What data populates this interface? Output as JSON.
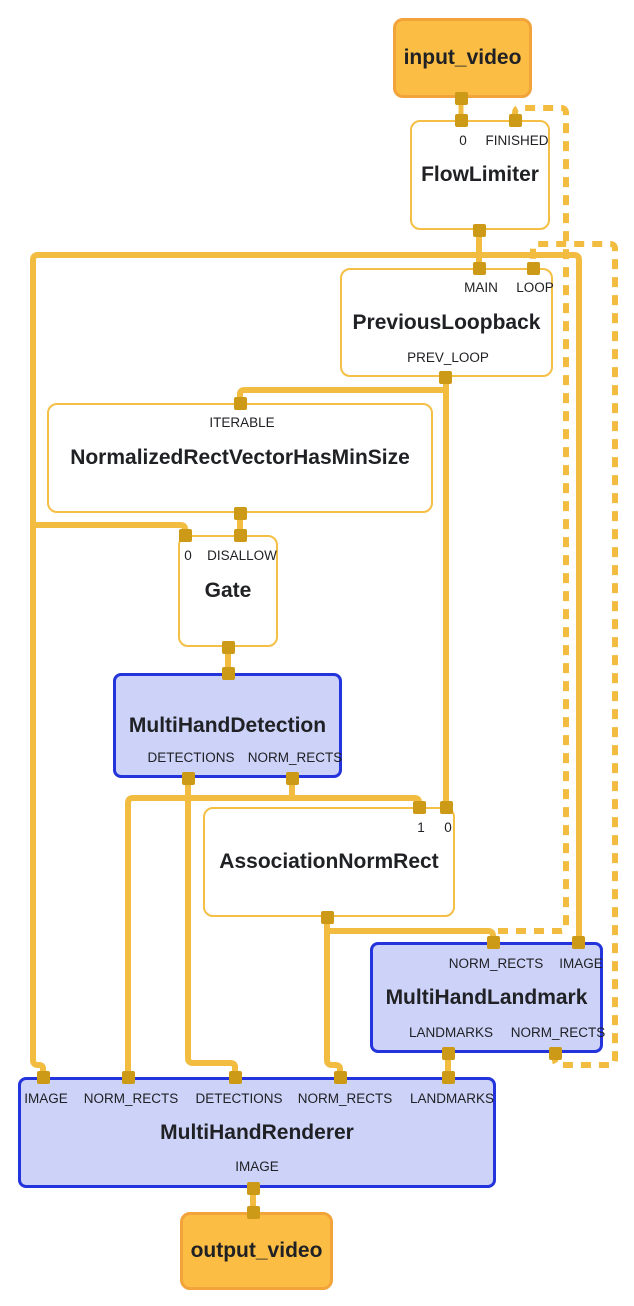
{
  "diagram": {
    "colors": {
      "background": "#FFFFFF",
      "edge": "#F2BC40",
      "port": "#CC9A16",
      "terminal_fill": "#FBBD44",
      "terminal_border": "#F2A43A",
      "calculator_fill": "#FFFFFF",
      "calculator_border": "#F5BF45",
      "subgraph_fill": "#CDD2F8",
      "subgraph_border": "#2434DC",
      "text": "#202124"
    },
    "nodes": {
      "input_video": {
        "title": "input_video"
      },
      "flow_limiter": {
        "title": "FlowLimiter",
        "in_ports": [
          "0",
          "FINISHED"
        ]
      },
      "previous_loopback": {
        "title": "PreviousLoopback",
        "in_ports": [
          "MAIN",
          "LOOP"
        ],
        "out_ports": [
          "PREV_LOOP"
        ]
      },
      "normalized_rect_vector_has_min_size": {
        "title": "NormalizedRectVectorHasMinSize",
        "in_ports": [
          "ITERABLE"
        ]
      },
      "gate": {
        "title": "Gate",
        "in_ports": [
          "0",
          "DISALLOW"
        ]
      },
      "multi_hand_detection": {
        "title": "MultiHandDetection",
        "out_ports": [
          "DETECTIONS",
          "NORM_RECTS"
        ]
      },
      "association_norm_rect": {
        "title": "AssociationNormRect",
        "in_ports": [
          "1",
          "0"
        ]
      },
      "multi_hand_landmark": {
        "title": "MultiHandLandmark",
        "in_ports": [
          "NORM_RECTS",
          "IMAGE"
        ],
        "out_ports": [
          "LANDMARKS",
          "NORM_RECTS"
        ]
      },
      "multi_hand_renderer": {
        "title": "MultiHandRenderer",
        "in_ports": [
          "IMAGE",
          "NORM_RECTS",
          "DETECTIONS",
          "NORM_RECTS",
          "LANDMARKS"
        ],
        "out_ports": [
          "IMAGE"
        ]
      },
      "output_video": {
        "title": "output_video"
      }
    },
    "edges": [
      {
        "from": "input_video",
        "to": "flow_limiter:0",
        "style": "solid"
      },
      {
        "from": "flow_limiter",
        "to": "previous_loopback:MAIN",
        "style": "solid"
      },
      {
        "from": "flow_limiter",
        "to": "gate:0",
        "style": "solid"
      },
      {
        "from": "flow_limiter",
        "to": "multi_hand_landmark:IMAGE",
        "style": "solid"
      },
      {
        "from": "flow_limiter",
        "to": "multi_hand_renderer:IMAGE",
        "style": "solid"
      },
      {
        "from": "previous_loopback:PREV_LOOP",
        "to": "normalized_rect_vector_has_min_size:ITERABLE",
        "style": "solid"
      },
      {
        "from": "previous_loopback:PREV_LOOP",
        "to": "association_norm_rect:0",
        "style": "solid"
      },
      {
        "from": "normalized_rect_vector_has_min_size",
        "to": "gate:DISALLOW",
        "style": "solid"
      },
      {
        "from": "gate",
        "to": "multi_hand_detection",
        "style": "solid"
      },
      {
        "from": "multi_hand_detection:DETECTIONS",
        "to": "multi_hand_renderer:DETECTIONS",
        "style": "solid"
      },
      {
        "from": "multi_hand_detection:NORM_RECTS",
        "to": "association_norm_rect:1",
        "style": "solid"
      },
      {
        "from": "multi_hand_detection:NORM_RECTS",
        "to": "multi_hand_renderer:NORM_RECTS",
        "style": "solid"
      },
      {
        "from": "association_norm_rect",
        "to": "multi_hand_landmark:NORM_RECTS",
        "style": "solid"
      },
      {
        "from": "association_norm_rect",
        "to": "multi_hand_renderer:NORM_RECTS_2",
        "style": "solid"
      },
      {
        "from": "multi_hand_landmark:LANDMARKS",
        "to": "multi_hand_renderer:LANDMARKS",
        "style": "solid"
      },
      {
        "from": "multi_hand_landmark:NORM_RECTS",
        "to": "previous_loopback:LOOP",
        "style": "dashed"
      },
      {
        "from": "association_norm_rect",
        "to": "flow_limiter:FINISHED",
        "style": "dashed"
      },
      {
        "from": "multi_hand_renderer:IMAGE",
        "to": "output_video",
        "style": "solid"
      }
    ]
  }
}
